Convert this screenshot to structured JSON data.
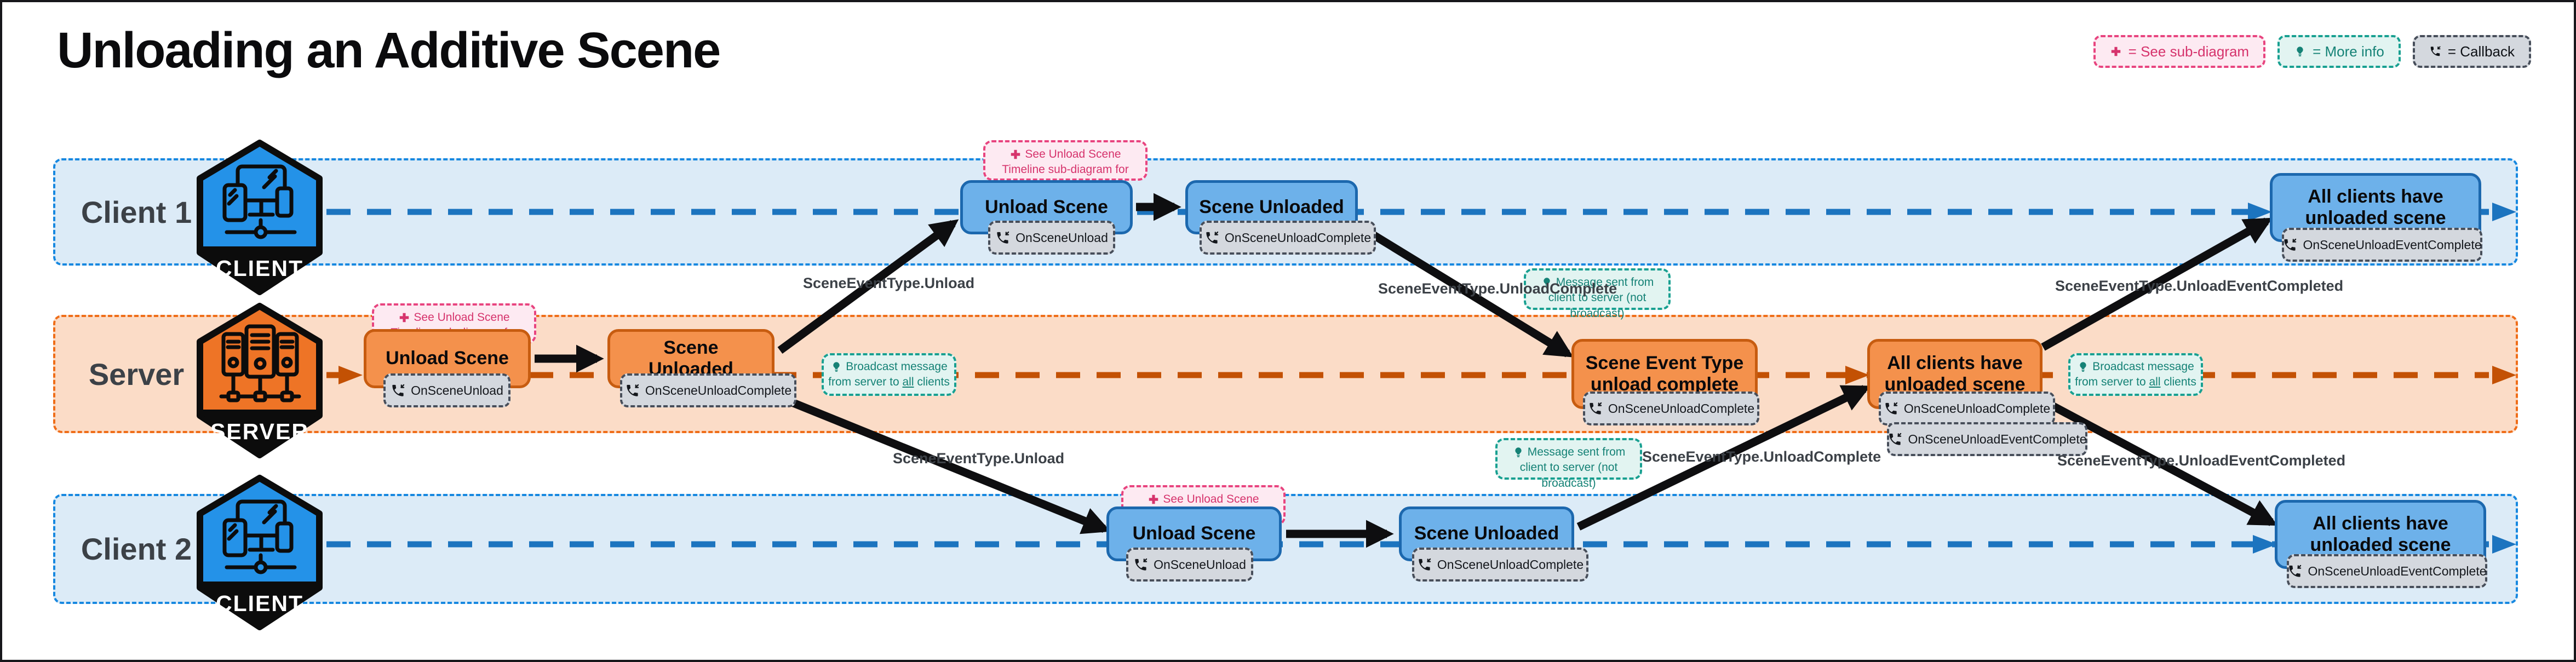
{
  "title": "Unloading an Additive Scene",
  "legend": {
    "sub_diagram_label": "= See sub-diagram",
    "more_info_label": "= More info",
    "callback_label": "= Callback"
  },
  "lanes": {
    "client1": {
      "label": "Client 1",
      "badge": "CLIENT"
    },
    "server": {
      "label": "Server",
      "badge": "SERVER"
    },
    "client2": {
      "label": "Client 2",
      "badge": "CLIENT"
    }
  },
  "notes": {
    "see_subdiagram": "See Unload Scene Timeline sub-diagram for more info",
    "broadcast_line1": "Broadcast message",
    "broadcast_line2_pre": "from server to ",
    "broadcast_line2_underlined": "all",
    "broadcast_line2_post": " clients",
    "client_to_server": "Message sent from client to server (not broadcast)"
  },
  "client1": {
    "nodes": [
      {
        "label": "Unload Scene",
        "callback": "OnSceneUnload"
      },
      {
        "label": "Scene Unloaded",
        "callback": "OnSceneUnloadComplete"
      },
      {
        "label": "All clients have unloaded scene",
        "callback": "OnSceneUnloadEventComplete"
      }
    ]
  },
  "server": {
    "nodes": [
      {
        "label": "Unload Scene",
        "callback": "OnSceneUnload"
      },
      {
        "label": "Scene Unloaded",
        "callback": "OnSceneUnloadComplete"
      },
      {
        "label": "Scene Event Type unload complete",
        "callback": "OnSceneUnloadComplete"
      },
      {
        "label": "All clients have unloaded scene",
        "callbacks": [
          "OnSceneUnloadComplete",
          "OnSceneUnloadEventComplete"
        ]
      }
    ]
  },
  "client2": {
    "nodes": [
      {
        "label": "Unload Scene",
        "callback": "OnSceneUnload"
      },
      {
        "label": "Scene Unloaded",
        "callback": "OnSceneUnloadComplete"
      },
      {
        "label": "All clients have unloaded scene",
        "callback": "OnSceneUnloadEventComplete"
      }
    ]
  },
  "edge_labels": {
    "unload": "SceneEventType.Unload",
    "unload_complete": "SceneEventType.UnloadComplete",
    "unload_event_completed": "SceneEventType.UnloadEventCompleted"
  },
  "colors": {
    "client_fill": "#6db1ea",
    "client_border": "#1c68ae",
    "client_lane_bg": "#dcebf7",
    "client_lane_border": "#1788e0",
    "client_dash": "#1c74bf",
    "client_hex": "#2492e8",
    "server_fill": "#f4914c",
    "server_border": "#c75c10",
    "server_lane_bg": "#fbdcc7",
    "server_lane_border": "#ef6d18",
    "server_dash": "#c35104",
    "server_hex": "#ee7426",
    "pink_bg": "#fdeaf2",
    "pink_border": "#e8447f",
    "pink_text": "#d6336c",
    "teal_bg": "#e2f4f1",
    "teal_border": "#18a091",
    "teal_text": "#158276",
    "cb_bg": "#d4d8de",
    "cb_border": "#474e5a"
  }
}
